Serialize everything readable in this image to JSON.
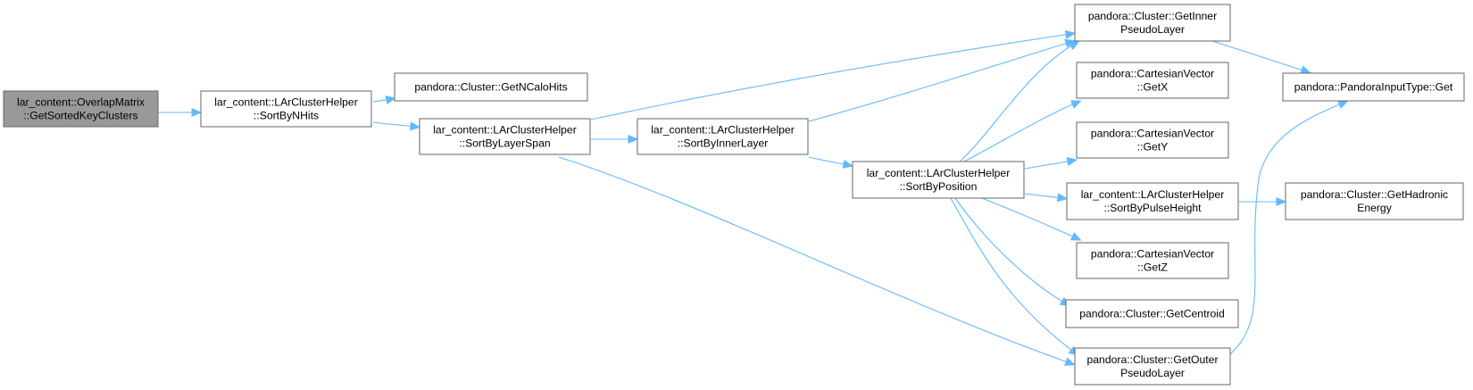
{
  "diagram": {
    "nodes": [
      {
        "id": "getsortedkeyclusters",
        "lines": [
          "lar_content::OverlapMatrix",
          "::GetSortedKeyClusters"
        ],
        "root": true
      },
      {
        "id": "sortbynhits",
        "lines": [
          "lar_content::LArClusterHelper",
          "::SortByNHits"
        ]
      },
      {
        "id": "getncalohits",
        "lines": [
          "pandora::Cluster::GetNCaloHits"
        ]
      },
      {
        "id": "sortbylayerspan",
        "lines": [
          "lar_content::LArClusterHelper",
          "::SortByLayerSpan"
        ]
      },
      {
        "id": "sortbyinnerlayer",
        "lines": [
          "lar_content::LArClusterHelper",
          "::SortByInnerLayer"
        ]
      },
      {
        "id": "sortbyposition",
        "lines": [
          "lar_content::LArClusterHelper",
          "::SortByPosition"
        ]
      },
      {
        "id": "getinnerpseudolayer",
        "lines": [
          "pandora::Cluster::GetInner",
          "PseudoLayer"
        ]
      },
      {
        "id": "getx",
        "lines": [
          "pandora::CartesianVector",
          "::GetX"
        ]
      },
      {
        "id": "gety",
        "lines": [
          "pandora::CartesianVector",
          "::GetY"
        ]
      },
      {
        "id": "sortbypulseheight",
        "lines": [
          "lar_content::LArClusterHelper",
          "::SortByPulseHeight"
        ]
      },
      {
        "id": "getz",
        "lines": [
          "pandora::CartesianVector",
          "::GetZ"
        ]
      },
      {
        "id": "getcentroid",
        "lines": [
          "pandora::Cluster::GetCentroid"
        ]
      },
      {
        "id": "getouterpseudolayer",
        "lines": [
          "pandora::Cluster::GetOuter",
          "PseudoLayer"
        ]
      },
      {
        "id": "pandorainputtypeget",
        "lines": [
          "pandora::PandoraInputType::Get"
        ]
      },
      {
        "id": "gethadronicenergy",
        "lines": [
          "pandora::Cluster::GetHadronic",
          "Energy"
        ]
      }
    ],
    "edges": [
      {
        "from": "getsortedkeyclusters",
        "to": "sortbynhits"
      },
      {
        "from": "sortbynhits",
        "to": "getncalohits"
      },
      {
        "from": "sortbynhits",
        "to": "sortbylayerspan"
      },
      {
        "from": "sortbylayerspan",
        "to": "getinnerpseudolayer"
      },
      {
        "from": "sortbylayerspan",
        "to": "sortbyinnerlayer"
      },
      {
        "from": "sortbylayerspan",
        "to": "getouterpseudolayer"
      },
      {
        "from": "sortbyinnerlayer",
        "to": "getinnerpseudolayer"
      },
      {
        "from": "sortbyinnerlayer",
        "to": "sortbyposition"
      },
      {
        "from": "sortbyposition",
        "to": "getinnerpseudolayer"
      },
      {
        "from": "sortbyposition",
        "to": "getx"
      },
      {
        "from": "sortbyposition",
        "to": "gety"
      },
      {
        "from": "sortbyposition",
        "to": "sortbypulseheight"
      },
      {
        "from": "sortbyposition",
        "to": "getz"
      },
      {
        "from": "sortbyposition",
        "to": "getcentroid"
      },
      {
        "from": "sortbyposition",
        "to": "getouterpseudolayer"
      },
      {
        "from": "getinnerpseudolayer",
        "to": "pandorainputtypeget"
      },
      {
        "from": "getouterpseudolayer",
        "to": "pandorainputtypeget"
      },
      {
        "from": "sortbypulseheight",
        "to": "gethadronicenergy"
      }
    ],
    "colors": {
      "edge": "#63b8ff",
      "node_border": "#666666",
      "root_fill": "#999999",
      "node_fill": "#ffffff"
    }
  }
}
